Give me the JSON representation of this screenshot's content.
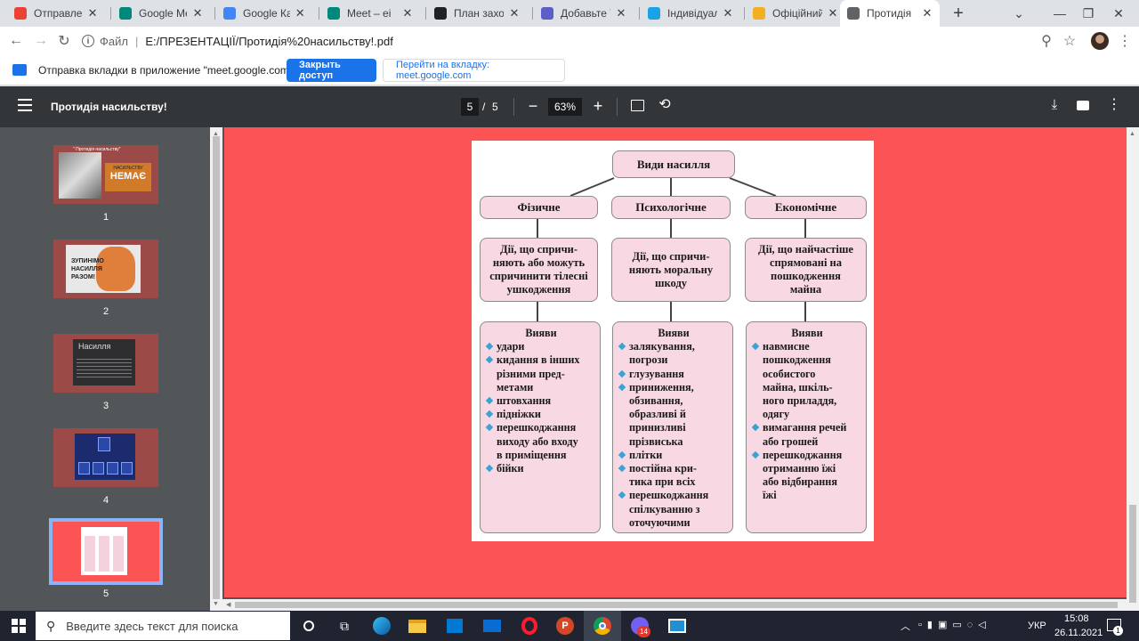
{
  "browser": {
    "tabs": [
      {
        "title": "Отправленны",
        "icon": "gmail-icon",
        "color": "#ea4335"
      },
      {
        "title": "Google Meet",
        "icon": "meet-icon",
        "color": "#00897b"
      },
      {
        "title": "Google Кален",
        "icon": "calendar-icon",
        "color": "#4285f4"
      },
      {
        "title": "Meet – ei",
        "icon": "meet-icon",
        "color": "#00897b"
      },
      {
        "title": "План заходів",
        "icon": "graduation-cap-icon",
        "color": "#202124"
      },
      {
        "title": "Добавьте Тек",
        "icon": "shield-icon",
        "color": "#5b5fc7"
      },
      {
        "title": "Індивідуальн",
        "icon": "pinwheel-icon",
        "color": "#1aa1e6"
      },
      {
        "title": "Офіційний са",
        "icon": "coat-of-arms-icon",
        "color": "#f2b01e"
      },
      {
        "title": "Протидія",
        "icon": "globe-icon",
        "color": "#5f6368"
      }
    ],
    "new_tab_label": "+",
    "address": {
      "scheme_label": "Файл",
      "path": "E:/ПРЕЗЕНТАЦІЇ/Протидія%20насильству!.pdf"
    }
  },
  "infobar": {
    "message": "Отправка вкладки в приложение \"meet.google.com\"...",
    "primary_button": "Закрыть доступ",
    "secondary_button": "Перейти на вкладку: meet.google.com"
  },
  "pdf": {
    "title": "Протидія насильству!",
    "current_page": "5",
    "page_sep": "/",
    "total_pages": "5",
    "zoom": "63%",
    "thumbnails": [
      {
        "num": "1",
        "lines": [
          "\" Протидія насильству\"",
          "НАСИЛЬСТВУ",
          "НЕМАЄ"
        ]
      },
      {
        "num": "2",
        "lines": [
          "ЗУПИНІМО",
          "НАСИЛЛЯ",
          "РАЗОМ!"
        ]
      },
      {
        "num": "3",
        "lines": [
          "Насилля"
        ]
      },
      {
        "num": "4",
        "lines": []
      },
      {
        "num": "5",
        "lines": []
      }
    ]
  },
  "slide": {
    "root": "Види насилля",
    "columns": [
      {
        "head": "Фізичне",
        "desc": [
          "Дії, що спричи-",
          "няють або можуть",
          "спричинити тілесні",
          "ушкодження"
        ],
        "list_title": "Вияви",
        "items": [
          [
            "удари"
          ],
          [
            "кидання в інших",
            "різними пред-",
            "метами"
          ],
          [
            "штовхання"
          ],
          [
            "підніжки"
          ],
          [
            "перешкоджання",
            "виходу або входу",
            "в приміщення"
          ],
          [
            "бійки"
          ]
        ]
      },
      {
        "head": "Психологічне",
        "desc": [
          "Дії, що спричи-",
          "няють моральну",
          "шкоду"
        ],
        "list_title": "Вияви",
        "items": [
          [
            "залякування,",
            "погрози"
          ],
          [
            "глузування"
          ],
          [
            "приниження,",
            "обзивання,",
            "образливі й",
            "принизливі",
            "прізвиська"
          ],
          [
            "плітки"
          ],
          [
            "постійна кри-",
            "тика при всіх"
          ],
          [
            "перешкоджання",
            "спілкуванню з",
            "оточуючими"
          ]
        ]
      },
      {
        "head": "Економічне",
        "desc": [
          "Дії, що найчастіше",
          "спрямовані на",
          "пошкодження",
          "майна"
        ],
        "list_title": "Вияви",
        "items": [
          [
            "навмисне",
            "пошкодження",
            "особистого",
            "майна, шкіль-",
            "ного приладдя,",
            "одягу"
          ],
          [
            "вимагання речей",
            "або грошей"
          ],
          [
            "перешкоджання",
            "отриманню їжі",
            "або відбирання",
            "їжі"
          ]
        ]
      }
    ]
  },
  "taskbar": {
    "search_placeholder": "Введите здесь текст для поиска",
    "lang": "УКР",
    "time": "15:08",
    "date": "26.11.2021",
    "notif_count": "1",
    "viber_badge": "14"
  }
}
